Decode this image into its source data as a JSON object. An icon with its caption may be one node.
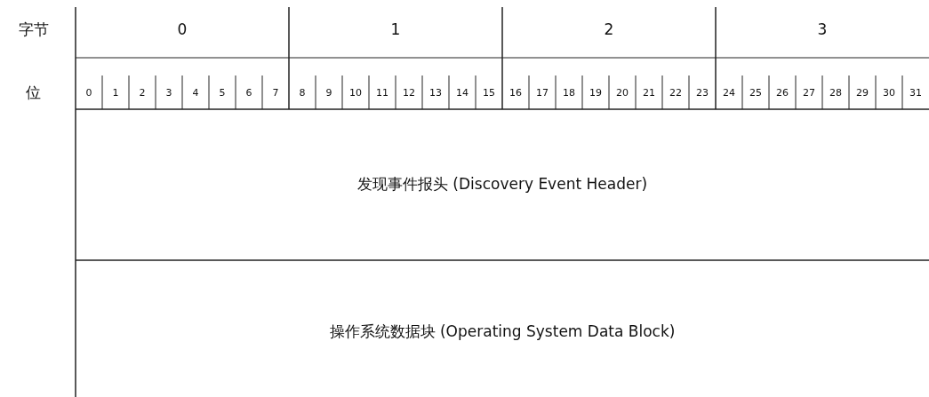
{
  "diagram": {
    "labels": [
      "字节",
      "0",
      "1",
      "2",
      "3",
      "位",
      "0",
      "1",
      "2",
      "3",
      "4",
      "5",
      "6",
      "7",
      "8",
      "9",
      "10",
      "11",
      "12",
      "13",
      "14",
      "15",
      "16",
      "17",
      "18",
      "19",
      "20",
      "21",
      "22",
      "23",
      "24",
      "25",
      "26",
      "27",
      "28",
      "29",
      "30",
      "31",
      "发现事件报头 (Discovery Event Header)",
      "操作系统数据块 (Operating System Data Block)"
    ]
  }
}
